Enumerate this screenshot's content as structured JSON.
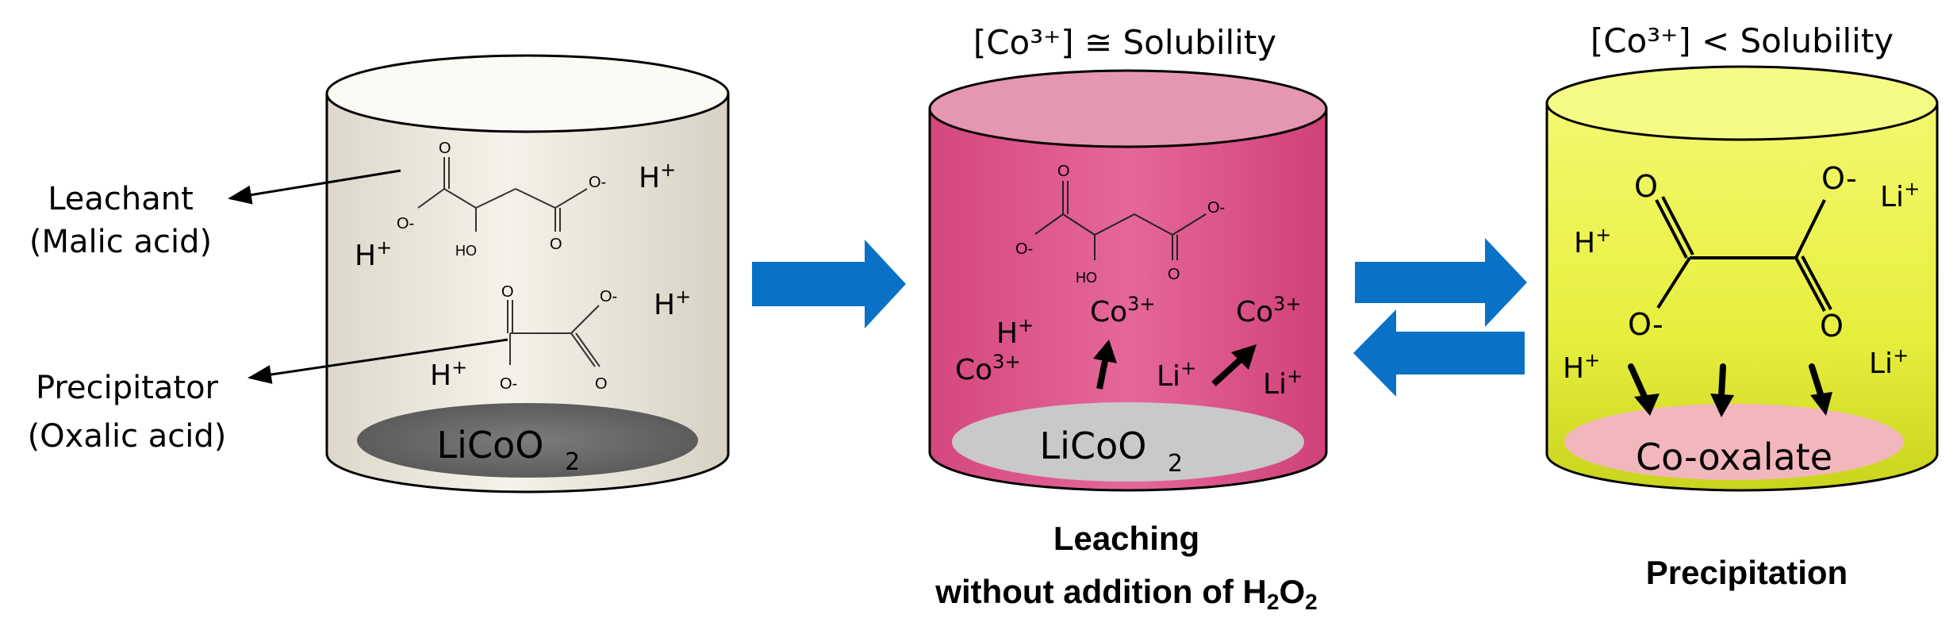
{
  "colors": {
    "beaker1_fill": "#f0ede3",
    "beaker2_fill": "#e16094",
    "beaker3_fill": "#e9f25a",
    "arrow_blue": "#0a72c6",
    "licoo2_dark": "#6f6f6f",
    "licoo2_light": "#c9c9c9",
    "co_oxalate": "#f2b7bd"
  },
  "beaker1": {
    "leachant_line1": "Leachant",
    "leachant_line2": "(Malic acid)",
    "precipitator_line1": "Precipitator",
    "precipitator_line2": "(Oxalic acid)",
    "ions": [
      "H+",
      "H+",
      "H+",
      "H+"
    ],
    "disk_label": "LiCoO",
    "disk_sub": "2",
    "malic_labels": [
      "O",
      "O-",
      "O",
      "O-",
      "HO"
    ],
    "oxalic_labels": [
      "O",
      "O-",
      "O-",
      "O"
    ]
  },
  "beaker2": {
    "top_label": "[Co³⁺] ≅ Solubility",
    "ions": [
      "H+",
      "Co3+",
      "Co3+",
      "Co3+",
      "Li+",
      "Li+"
    ],
    "disk_label": "LiCoO",
    "disk_sub": "2",
    "caption_line1": "Leaching",
    "caption_line2_prefix": "without addition of H",
    "caption_line2_sub1": "2",
    "caption_line2_mid": "O",
    "caption_line2_sub2": "2",
    "malic_labels": [
      "O",
      "O-",
      "O",
      "O-",
      "HO"
    ]
  },
  "beaker3": {
    "top_label": "[Co³⁺] < Solubility",
    "ions": [
      "H+",
      "H+",
      "Li+",
      "Li+"
    ],
    "disk_label": "Co-oxalate",
    "caption": "Precipitation",
    "oxalate_labels": [
      "O",
      "O-",
      "O-",
      "O"
    ]
  }
}
